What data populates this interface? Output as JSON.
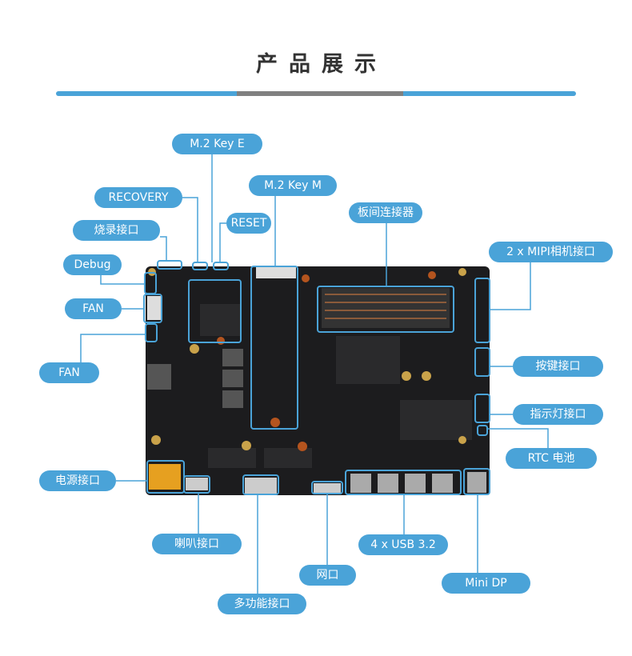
{
  "header": {
    "title": "产品展示"
  },
  "colors": {
    "accent": "#4aa3d8",
    "divider_mid": "#808080",
    "board": "#1c1c1e",
    "title": "#333333"
  },
  "labels": {
    "m2_key_e": "M.2 Key E",
    "m2_key_m": "M.2 Key M",
    "recovery": "RECOVERY",
    "reset": "RESET",
    "burn_port": "烧录接口",
    "debug": "Debug",
    "board_connector": "板间连接器",
    "mipi": "2 x MIPI相机接口",
    "fan1": "FAN",
    "fan2": "FAN",
    "button_port": "按键接口",
    "led_port": "指示灯接口",
    "rtc": "RTC 电池",
    "power": "电源接口",
    "speaker": "喇叭接口",
    "usb": "4 x USB 3.2",
    "ethernet": "网口",
    "minidp": "Mini DP",
    "multi": "多功能接口"
  }
}
